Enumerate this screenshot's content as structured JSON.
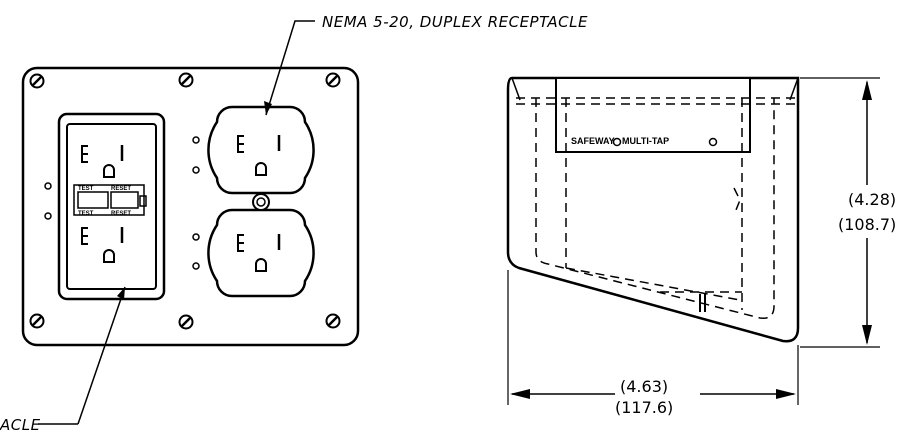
{
  "callouts": {
    "top_receptacle": "NEMA 5-20, DUPLEX RECEPTACLE",
    "bottom_receptacle": "ACLE"
  },
  "gfci": {
    "left_label": "TEST",
    "right_label": "RESET",
    "top_left_label": "TEST",
    "top_right_label": "RESET"
  },
  "side_view": {
    "brand_left": "SAFEWAY",
    "brand_right": "MULTI-TAP"
  },
  "dimensions": {
    "height_in": "(4.28)",
    "height_mm": "(108.7)",
    "width_in": "(4.63)",
    "width_mm": "(117.6)"
  },
  "colors": {
    "line": "#000000",
    "background": "#ffffff"
  }
}
